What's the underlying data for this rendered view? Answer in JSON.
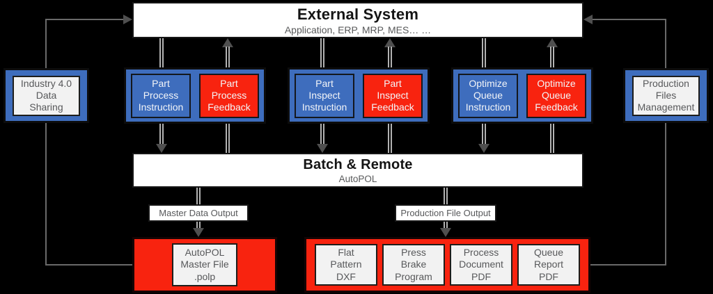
{
  "colors": {
    "blue": "#3E6DBD",
    "red": "#F8230F",
    "canvas": "#000000",
    "line": "#6a6a6a",
    "shaft": "#b3b3b3",
    "arrow": "#4f4f4f"
  },
  "external_system": {
    "title": "External System",
    "subtitle": "Application, ERP, MRP, MES… …"
  },
  "batch_remote": {
    "title": "Batch & Remote",
    "subtitle": "AutoPOL"
  },
  "industry_node": {
    "label": "Industry 4.0\nData\nSharing"
  },
  "production_node": {
    "label": "Production\nFiles\nManagement"
  },
  "pairs": [
    {
      "instruction": "Part\nProcess\nInstruction",
      "feedback": "Part\nProcess\nFeedback"
    },
    {
      "instruction": "Part\nInspect\nInstruction",
      "feedback": "Part\nInspect\nFeedback"
    },
    {
      "instruction": "Optimize\nQueue\nInstruction",
      "feedback": "Optimize\nQueue\nFeedback"
    }
  ],
  "outputs": {
    "master_label": "Master Data Output",
    "production_label": "Production File Output",
    "master_files": [
      "AutoPOL\nMaster File\n.polp"
    ],
    "production_files": [
      "Flat\nPattern\nDXF",
      "Press\nBrake\nProgram",
      "Process\nDocument\nPDF",
      "Queue\nReport\nPDF"
    ]
  }
}
